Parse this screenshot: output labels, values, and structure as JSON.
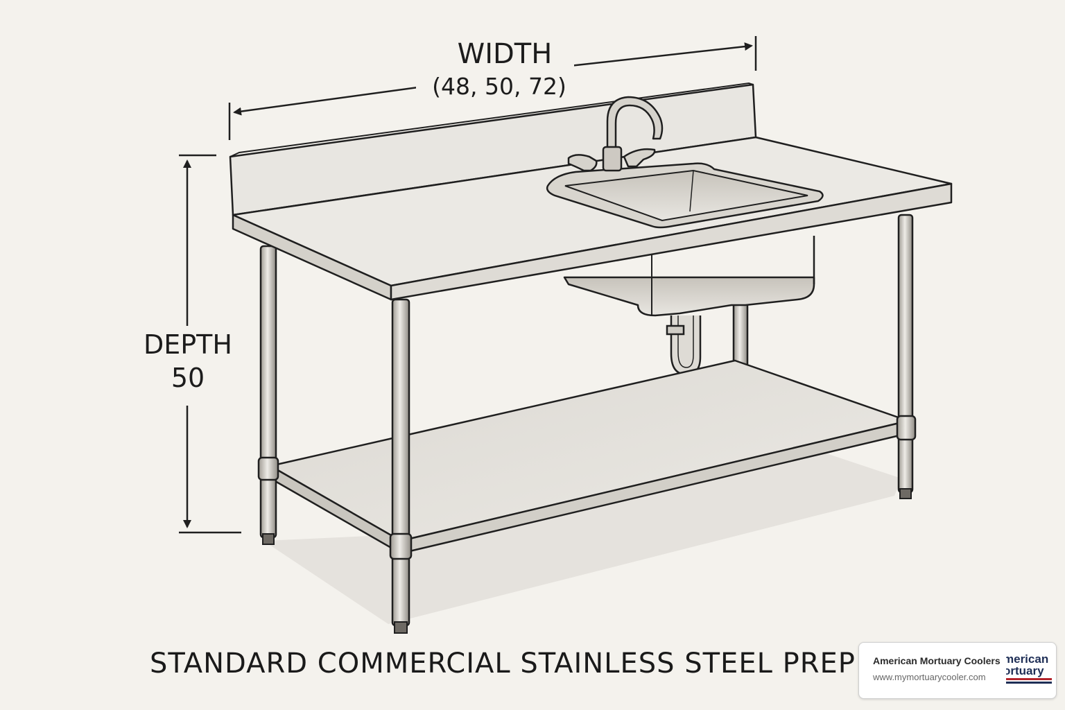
{
  "dimensions": {
    "width_label": "WIDTH",
    "width_values": "(48, 50, 72)",
    "depth_label": "DEPTH",
    "depth_value": "50"
  },
  "caption": "STANDARD COMMERCIAL STAINLESS STEEL PREP T",
  "watermark": {
    "name": "American Mortuary Coolers",
    "url": "www.mymortuarycooler.com",
    "logo_line1": "merican",
    "logo_line2": "ortuary"
  },
  "colors": {
    "background": "#f4f2ed",
    "line": "#1f1f1f",
    "steel_light": "#e6e4df",
    "steel_mid": "#cfccc5",
    "steel_dark": "#a9a59d",
    "logo_navy": "#1e2e56",
    "logo_red": "#b3232a"
  }
}
